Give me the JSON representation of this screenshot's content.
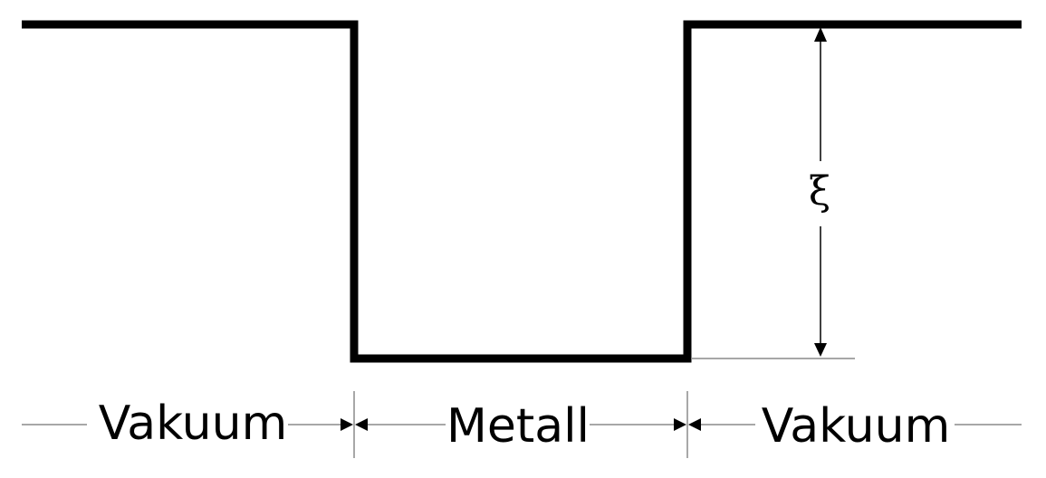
{
  "colors": {
    "line": "#000000",
    "thin_line": "#8a8a8a",
    "background": "#ffffff"
  },
  "regions": {
    "left": "Vakuum",
    "middle": "Metall",
    "right": "Vakuum"
  },
  "depth_symbol": "ξ"
}
